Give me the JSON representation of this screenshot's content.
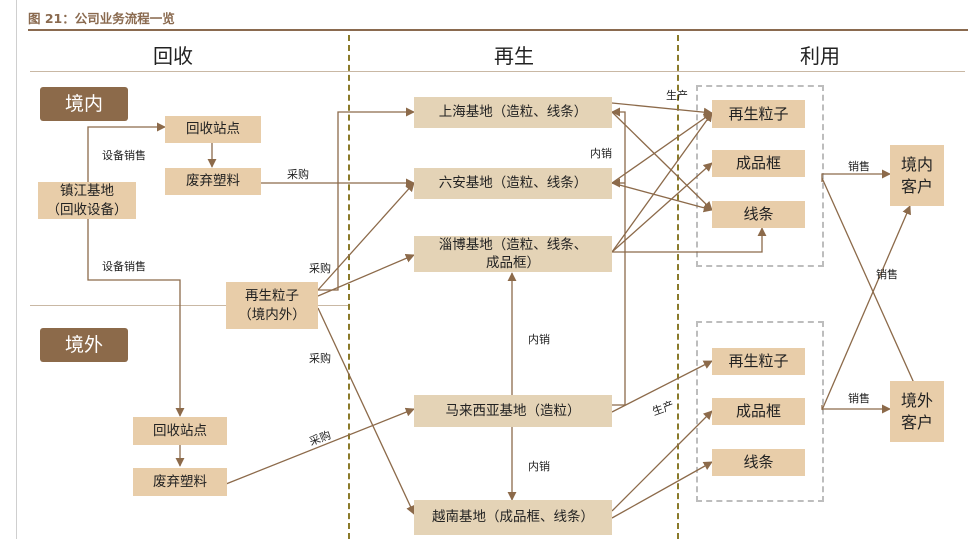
{
  "figure": {
    "title": "图 21：公司业务流程一览"
  },
  "columns": {
    "recycle": "回收",
    "regenerate": "再生",
    "use": "利用"
  },
  "regions": {
    "domestic": "境内",
    "overseas": "境外"
  },
  "nodes": {
    "zhenjiang": "镇江基地\n（回收设备）",
    "station_domestic": "回收站点",
    "waste_domestic": "废弃塑料",
    "pellets_source": "再生粒子\n（境内外）",
    "station_overseas": "回收站点",
    "waste_overseas": "废弃塑料",
    "shanghai": "上海基地（造粒、线条）",
    "luan": "六安基地（造粒、线条）",
    "zibo": "淄博基地（造粒、线条、\n成品框）",
    "malaysia": "马来西亚基地（造粒）",
    "vietnam": "越南基地（成品框、线条）",
    "prod_pellets_dom": "再生粒子",
    "prod_frame_dom": "成品框",
    "prod_line_dom": "线条",
    "prod_pellets_ovs": "再生粒子",
    "prod_frame_ovs": "成品框",
    "prod_line_ovs": "线条",
    "cust_domestic": "境内\n客户",
    "cust_overseas": "境外\n客户"
  },
  "labels": {
    "equip_sales_1": "设备销售",
    "equip_sales_2": "设备销售",
    "purchase_1": "采购",
    "purchase_2": "采购",
    "purchase_3": "采购",
    "purchase_4": "采购",
    "inner_sales_1": "内销",
    "inner_sales_2": "内销",
    "inner_sales_3": "内销",
    "produce_1": "生产",
    "produce_2": "生产",
    "sales_1": "销售",
    "sales_2": "销售",
    "sales_3": "销售"
  },
  "colors": {
    "node": "#e8cda9",
    "region": "#8c6a4a",
    "arrow": "#8c6a4a",
    "divider": "#8a7a2a"
  }
}
